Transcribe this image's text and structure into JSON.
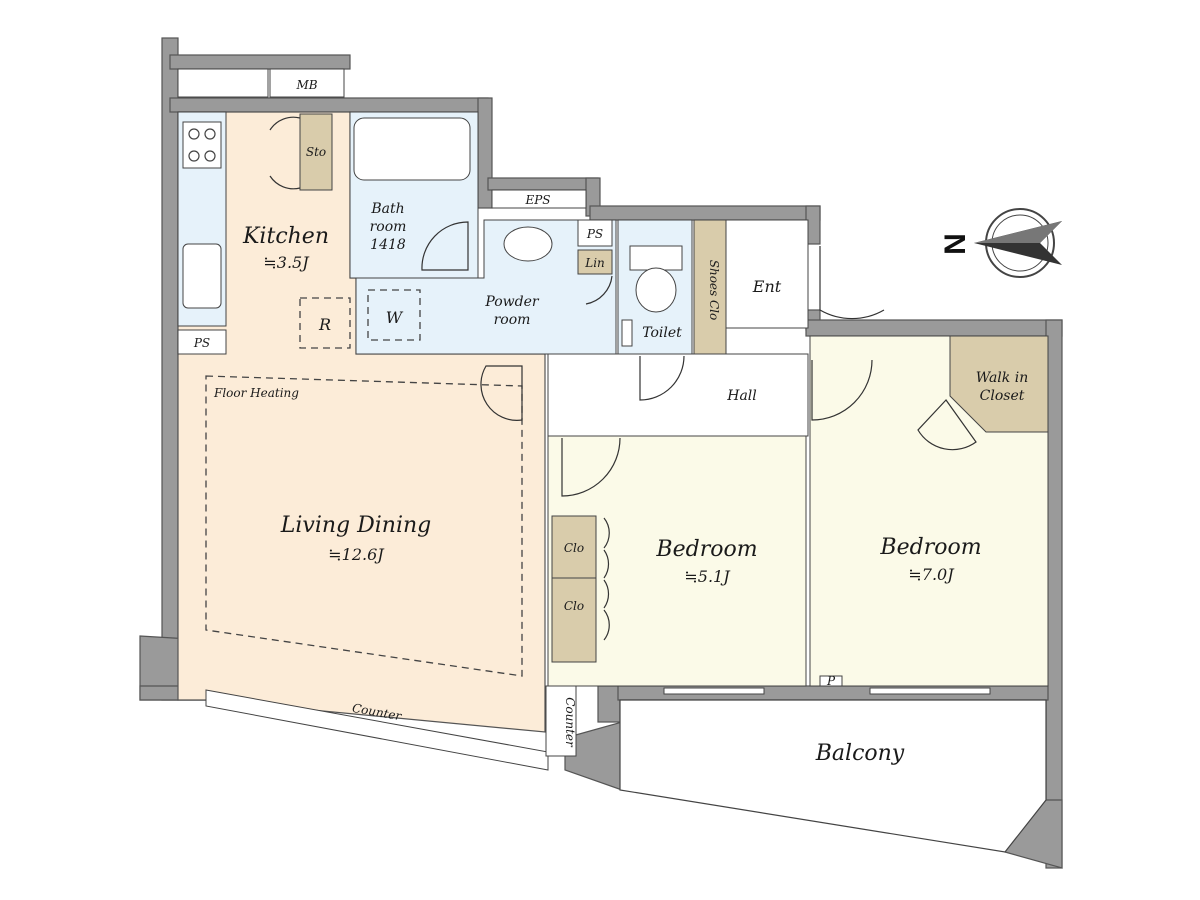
{
  "rooms": {
    "mb": "MB",
    "sto": "Sto",
    "kitchen": "Kitchen",
    "kitchen_area": "≒3.5J",
    "bath_line1": "Bath",
    "bath_line2": "room",
    "bath_line3": "1418",
    "eps": "EPS",
    "ps_top": "PS",
    "lin": "Lin",
    "shoes_clo": "Shoes Clo",
    "ent": "Ent",
    "toilet": "Toilet",
    "powder_line1": "Powder",
    "powder_line2": "room",
    "w": "W",
    "r": "R",
    "ps_kitchen": "PS",
    "hall": "Hall",
    "walk_in_line1": "Walk in",
    "walk_in_line2": "Closet",
    "floor_heating": "Floor Heating",
    "living_dining": "Living Dining",
    "living_area": "≒12.6J",
    "clo_1": "Clo",
    "clo_2": "Clo",
    "bedroom1": "Bedroom",
    "bedroom1_area": "≒5.1J",
    "bedroom2": "Bedroom",
    "bedroom2_area": "≒7.0J",
    "p": "P",
    "counter_window": "Counter",
    "counter_side": "Counter",
    "balcony": "Balcony"
  },
  "compass": {
    "letter": "N"
  },
  "colors": {
    "wall": "#9a9a9a",
    "kitchen_living": "#fcecd8",
    "wet_area": "#e6f2fa",
    "hall": "#ffffff",
    "bedroom": "#fbfae8",
    "storage": "#d9ccab",
    "balcony": "#ffffff"
  }
}
